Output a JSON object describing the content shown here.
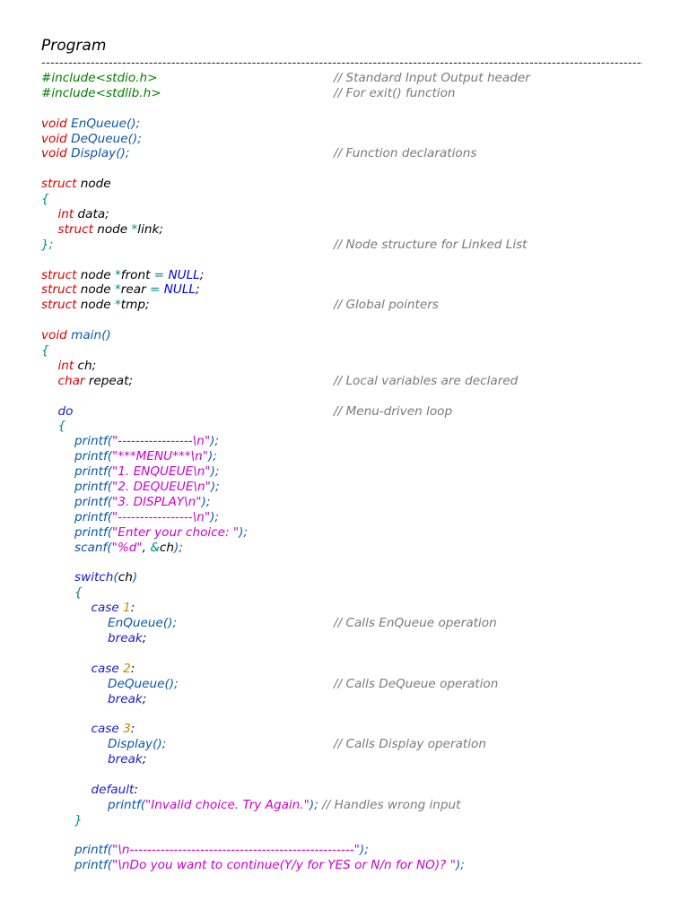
{
  "doc": {
    "title": "Program",
    "rule": "----------------------------------------------------------------------------------------------------------------------------------------------------------------"
  },
  "code": [
    {
      "indent": 0,
      "tokens": [
        {
          "t": "pp",
          "v": "#include<stdio.h>"
        }
      ],
      "comment": "// Standard Input Output header"
    },
    {
      "indent": 0,
      "tokens": [
        {
          "t": "pp",
          "v": "#include<stdlib.h>"
        }
      ],
      "comment": "// For exit() function"
    },
    {
      "indent": 0,
      "tokens": [],
      "comment": ""
    },
    {
      "indent": 0,
      "tokens": [
        {
          "t": "kw",
          "v": "void"
        },
        {
          "t": "",
          "v": " "
        },
        {
          "t": "fn",
          "v": "EnQueue();"
        }
      ],
      "comment": ""
    },
    {
      "indent": 0,
      "tokens": [
        {
          "t": "kw",
          "v": "void"
        },
        {
          "t": "",
          "v": " "
        },
        {
          "t": "fn",
          "v": "DeQueue();"
        }
      ],
      "comment": ""
    },
    {
      "indent": 0,
      "tokens": [
        {
          "t": "kw",
          "v": "void"
        },
        {
          "t": "",
          "v": " "
        },
        {
          "t": "fn",
          "v": "Display();"
        }
      ],
      "comment": "// Function declarations"
    },
    {
      "indent": 0,
      "tokens": [],
      "comment": ""
    },
    {
      "indent": 0,
      "tokens": [
        {
          "t": "kw",
          "v": "struct"
        },
        {
          "t": "",
          "v": " node"
        }
      ],
      "comment": ""
    },
    {
      "indent": 0,
      "tokens": [
        {
          "t": "op",
          "v": "{"
        }
      ],
      "comment": ""
    },
    {
      "indent": 1,
      "tokens": [
        {
          "t": "kw",
          "v": "int"
        },
        {
          "t": "",
          "v": " data;"
        }
      ],
      "comment": ""
    },
    {
      "indent": 1,
      "tokens": [
        {
          "t": "kw",
          "v": "struct"
        },
        {
          "t": "",
          "v": " node "
        },
        {
          "t": "op",
          "v": "*"
        },
        {
          "t": "",
          "v": "link;"
        }
      ],
      "comment": ""
    },
    {
      "indent": 0,
      "tokens": [
        {
          "t": "op",
          "v": "};"
        }
      ],
      "comment": "// Node structure for Linked List"
    },
    {
      "indent": 0,
      "tokens": [],
      "comment": ""
    },
    {
      "indent": 0,
      "tokens": [
        {
          "t": "kw",
          "v": "struct"
        },
        {
          "t": "",
          "v": " node "
        },
        {
          "t": "op",
          "v": "*"
        },
        {
          "t": "",
          "v": "front "
        },
        {
          "t": "op",
          "v": "="
        },
        {
          "t": "",
          "v": " "
        },
        {
          "t": "nul",
          "v": "NULL"
        },
        {
          "t": "",
          "v": ";"
        }
      ],
      "comment": ""
    },
    {
      "indent": 0,
      "tokens": [
        {
          "t": "kw",
          "v": "struct"
        },
        {
          "t": "",
          "v": " node "
        },
        {
          "t": "op",
          "v": "*"
        },
        {
          "t": "",
          "v": "rear "
        },
        {
          "t": "op",
          "v": "="
        },
        {
          "t": "",
          "v": " "
        },
        {
          "t": "nul",
          "v": "NULL"
        },
        {
          "t": "",
          "v": ";"
        }
      ],
      "comment": ""
    },
    {
      "indent": 0,
      "tokens": [
        {
          "t": "kw",
          "v": "struct"
        },
        {
          "t": "",
          "v": " node "
        },
        {
          "t": "op",
          "v": "*"
        },
        {
          "t": "",
          "v": "tmp;"
        }
      ],
      "comment": "// Global pointers"
    },
    {
      "indent": 0,
      "tokens": [],
      "comment": ""
    },
    {
      "indent": 0,
      "tokens": [
        {
          "t": "kw",
          "v": "void"
        },
        {
          "t": "",
          "v": " "
        },
        {
          "t": "fn",
          "v": "main()"
        }
      ],
      "comment": ""
    },
    {
      "indent": 0,
      "tokens": [
        {
          "t": "op",
          "v": "{"
        }
      ],
      "comment": ""
    },
    {
      "indent": 1,
      "tokens": [
        {
          "t": "kw",
          "v": "int"
        },
        {
          "t": "",
          "v": " ch;"
        }
      ],
      "comment": ""
    },
    {
      "indent": 1,
      "tokens": [
        {
          "t": "kw",
          "v": "char"
        },
        {
          "t": "",
          "v": " repeat;"
        }
      ],
      "comment": "// Local variables are declared"
    },
    {
      "indent": 0,
      "tokens": [],
      "comment": ""
    },
    {
      "indent": 1,
      "tokens": [
        {
          "t": "ctl",
          "v": "do"
        }
      ],
      "comment": "// Menu-driven loop"
    },
    {
      "indent": 1,
      "tokens": [
        {
          "t": "op",
          "v": "{"
        }
      ],
      "comment": ""
    },
    {
      "indent": 2,
      "tokens": [
        {
          "t": "fn",
          "v": "printf("
        },
        {
          "t": "str",
          "v": "\"-----------------\\n\""
        },
        {
          "t": "fn",
          "v": ");"
        }
      ],
      "comment": ""
    },
    {
      "indent": 2,
      "tokens": [
        {
          "t": "fn",
          "v": "printf("
        },
        {
          "t": "str",
          "v": "\"***MENU***\\n\""
        },
        {
          "t": "fn",
          "v": ");"
        }
      ],
      "comment": ""
    },
    {
      "indent": 2,
      "tokens": [
        {
          "t": "fn",
          "v": "printf("
        },
        {
          "t": "str",
          "v": "\"1. ENQUEUE\\n\""
        },
        {
          "t": "fn",
          "v": ");"
        }
      ],
      "comment": ""
    },
    {
      "indent": 2,
      "tokens": [
        {
          "t": "fn",
          "v": "printf("
        },
        {
          "t": "str",
          "v": "\"2. DEQUEUE\\n\""
        },
        {
          "t": "fn",
          "v": ");"
        }
      ],
      "comment": ""
    },
    {
      "indent": 2,
      "tokens": [
        {
          "t": "fn",
          "v": "printf("
        },
        {
          "t": "str",
          "v": "\"3. DISPLAY\\n\""
        },
        {
          "t": "fn",
          "v": ");"
        }
      ],
      "comment": ""
    },
    {
      "indent": 2,
      "tokens": [
        {
          "t": "fn",
          "v": "printf("
        },
        {
          "t": "str",
          "v": "\"-----------------\\n\""
        },
        {
          "t": "fn",
          "v": ");"
        }
      ],
      "comment": ""
    },
    {
      "indent": 2,
      "tokens": [
        {
          "t": "fn",
          "v": "printf("
        },
        {
          "t": "str",
          "v": "\"Enter your choice: \""
        },
        {
          "t": "fn",
          "v": ");"
        }
      ],
      "comment": ""
    },
    {
      "indent": 2,
      "tokens": [
        {
          "t": "fn",
          "v": "scanf("
        },
        {
          "t": "str",
          "v": "\"%d\""
        },
        {
          "t": "",
          "v": ", "
        },
        {
          "t": "op",
          "v": "&"
        },
        {
          "t": "",
          "v": "ch"
        },
        {
          "t": "fn",
          "v": ");"
        }
      ],
      "comment": ""
    },
    {
      "indent": 0,
      "tokens": [],
      "comment": ""
    },
    {
      "indent": 2,
      "tokens": [
        {
          "t": "ctl",
          "v": "switch"
        },
        {
          "t": "fn",
          "v": "("
        },
        {
          "t": "",
          "v": "ch"
        },
        {
          "t": "fn",
          "v": ")"
        }
      ],
      "comment": ""
    },
    {
      "indent": 2,
      "tokens": [
        {
          "t": "op",
          "v": "{"
        }
      ],
      "comment": ""
    },
    {
      "indent": 3,
      "tokens": [
        {
          "t": "ctl",
          "v": "case"
        },
        {
          "t": "",
          "v": " "
        },
        {
          "t": "num",
          "v": "1"
        },
        {
          "t": "",
          "v": ":"
        }
      ],
      "comment": ""
    },
    {
      "indent": 4,
      "tokens": [
        {
          "t": "fn",
          "v": "EnQueue();"
        }
      ],
      "comment": "// Calls EnQueue operation"
    },
    {
      "indent": 4,
      "tokens": [
        {
          "t": "ctl",
          "v": "break"
        },
        {
          "t": "",
          "v": ";"
        }
      ],
      "comment": ""
    },
    {
      "indent": 0,
      "tokens": [],
      "comment": ""
    },
    {
      "indent": 3,
      "tokens": [
        {
          "t": "ctl",
          "v": "case"
        },
        {
          "t": "",
          "v": " "
        },
        {
          "t": "num",
          "v": "2"
        },
        {
          "t": "",
          "v": ":"
        }
      ],
      "comment": ""
    },
    {
      "indent": 4,
      "tokens": [
        {
          "t": "fn",
          "v": "DeQueue();"
        }
      ],
      "comment": "// Calls DeQueue operation"
    },
    {
      "indent": 4,
      "tokens": [
        {
          "t": "ctl",
          "v": "break"
        },
        {
          "t": "",
          "v": ";"
        }
      ],
      "comment": ""
    },
    {
      "indent": 0,
      "tokens": [],
      "comment": ""
    },
    {
      "indent": 3,
      "tokens": [
        {
          "t": "ctl",
          "v": "case"
        },
        {
          "t": "",
          "v": " "
        },
        {
          "t": "num",
          "v": "3"
        },
        {
          "t": "",
          "v": ":"
        }
      ],
      "comment": ""
    },
    {
      "indent": 4,
      "tokens": [
        {
          "t": "fn",
          "v": "Display();"
        }
      ],
      "comment": "// Calls Display operation"
    },
    {
      "indent": 4,
      "tokens": [
        {
          "t": "ctl",
          "v": "break"
        },
        {
          "t": "",
          "v": ";"
        }
      ],
      "comment": ""
    },
    {
      "indent": 0,
      "tokens": [],
      "comment": ""
    },
    {
      "indent": 3,
      "tokens": [
        {
          "t": "ctl",
          "v": "default"
        },
        {
          "t": "",
          "v": ":"
        }
      ],
      "comment": ""
    },
    {
      "indent": 4,
      "tokens": [
        {
          "t": "fn",
          "v": "printf("
        },
        {
          "t": "str",
          "v": "\"Invalid choice. Try Again.\""
        },
        {
          "t": "fn",
          "v": ");"
        },
        {
          "t": "",
          "v": " "
        },
        {
          "t": "cm-inline",
          "v": "// Handles wrong input"
        }
      ],
      "comment": ""
    },
    {
      "indent": 2,
      "tokens": [
        {
          "t": "op",
          "v": "}"
        }
      ],
      "comment": ""
    },
    {
      "indent": 0,
      "tokens": [],
      "comment": ""
    },
    {
      "indent": 2,
      "tokens": [
        {
          "t": "fn",
          "v": "printf("
        },
        {
          "t": "str",
          "v": "\"\\n---------------------------------------------------\""
        },
        {
          "t": "fn",
          "v": ");"
        }
      ],
      "comment": ""
    },
    {
      "indent": 2,
      "tokens": [
        {
          "t": "fn",
          "v": "printf("
        },
        {
          "t": "str",
          "v": "\"\\nDo you want to continue(Y/y for YES or N/n for NO)? \""
        },
        {
          "t": "fn",
          "v": ");"
        }
      ],
      "comment": ""
    }
  ]
}
